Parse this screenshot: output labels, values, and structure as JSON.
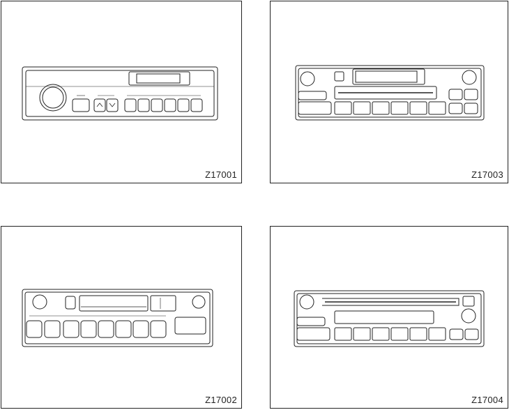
{
  "figures": [
    {
      "id": "p1",
      "code": "Z17001"
    },
    {
      "id": "p2",
      "code": "Z17003"
    },
    {
      "id": "p3",
      "code": "Z17002"
    },
    {
      "id": "p4",
      "code": "Z17004"
    }
  ]
}
